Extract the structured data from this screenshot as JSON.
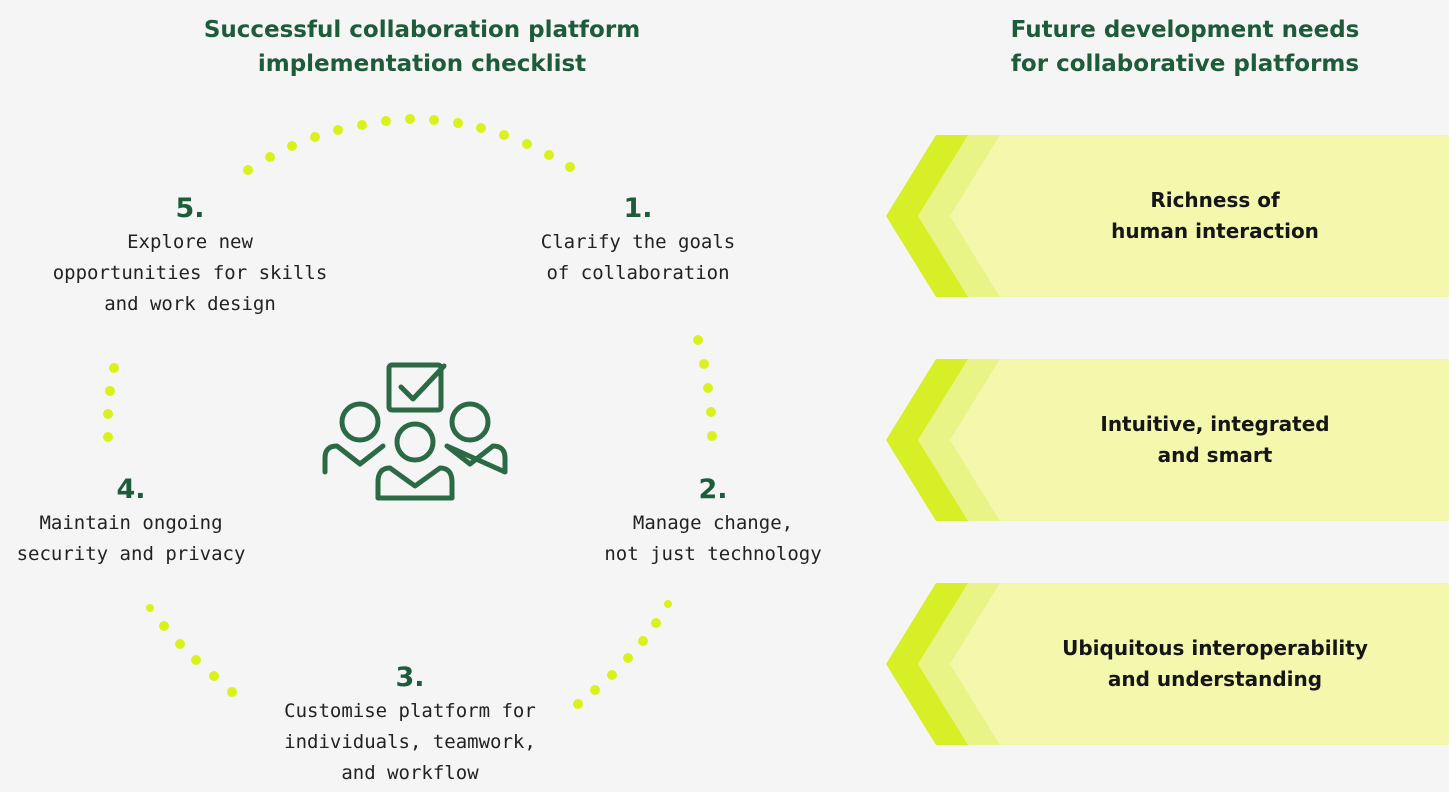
{
  "left_heading": "Successful collaboration platform\nimplementation checklist",
  "right_heading": "Future development needs\nfor collaborative platforms",
  "steps": [
    {
      "number": "1.",
      "text": "Clarify the goals\nof collaboration"
    },
    {
      "number": "2.",
      "text": "Manage change,\nnot just technology"
    },
    {
      "number": "3.",
      "text": "Customise platform for\nindividuals, teamwork,\nand workflow"
    },
    {
      "number": "4.",
      "text": "Maintain ongoing\nsecurity and privacy"
    },
    {
      "number": "5.",
      "text": "Explore new\nopportunities for skills\nand work design"
    }
  ],
  "center_icon": "team-checklist-icon",
  "needs": [
    {
      "label": "Richness of\nhuman interaction"
    },
    {
      "label": "Intuitive, integrated\nand smart"
    },
    {
      "label": "Ubiquitous interoperability\nand understanding"
    }
  ],
  "colors": {
    "heading_green": "#1e5b3a",
    "dot_lime": "#d9f21c",
    "chevron_dark": "#d6ef26",
    "chevron_mid": "#e8f586",
    "band_fill": "#f3f8ad",
    "icon_green": "#2c6a45"
  }
}
